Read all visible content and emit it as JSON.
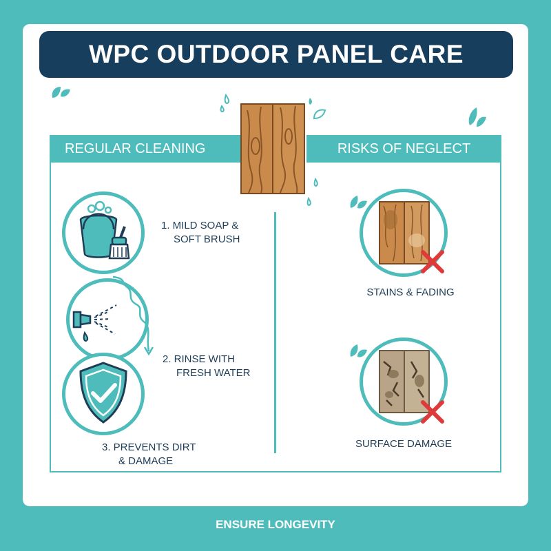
{
  "title": "WPC OUTDOOR PANEL CARE",
  "sections": {
    "cleaning": {
      "header": "REGULAR CLEANING",
      "steps": [
        {
          "line1": "1. MILD SOAP &",
          "line2": "SOFT BRUSH"
        },
        {
          "line1": "2. RINSE WITH",
          "line2": "FRESH WATER"
        },
        {
          "line1": "3. PREVENTS DIRT",
          "line2": "& DAMAGE"
        }
      ]
    },
    "neglect": {
      "header": "RISKS OF NEGLECT",
      "risks": [
        {
          "label": "STAINS & FADING"
        },
        {
          "label": "SURFACE DAMAGE"
        }
      ]
    }
  },
  "footer": "ENSURE LONGEVITY",
  "colors": {
    "teal": "#4dbcbb",
    "navy": "#183e5e",
    "wood": "#c98a4b",
    "red": "#e0393a"
  },
  "icons": [
    "bucket-icon",
    "brush-icon",
    "spray-nozzle-icon",
    "shield-check-icon",
    "wood-panel-icon",
    "leaf-icon",
    "cross-icon"
  ]
}
